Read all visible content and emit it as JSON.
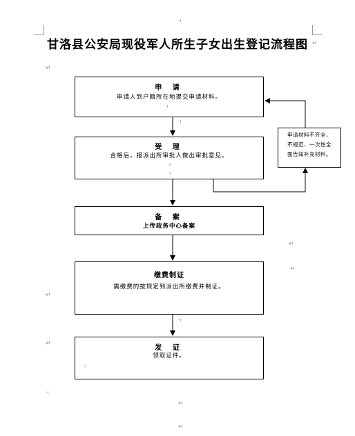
{
  "page": {
    "title": "甘洛县公安局现役军人所生子女出生登记流程图",
    "paragraph_mark": "↵"
  },
  "steps": [
    {
      "heading": "申  请",
      "lines": [
        "申请人到户籍所在地提交申请材料。"
      ]
    },
    {
      "heading": "受  理",
      "lines": [
        "合格后，报派出所审批人做出审批意见。"
      ]
    },
    {
      "heading": "备  案",
      "lines": [
        "上传政务中心备案"
      ]
    },
    {
      "heading": "缴费制证",
      "lines": [
        "需缴费的按规定到派出所缴费并制证。"
      ]
    },
    {
      "heading": "发  证",
      "lines": [
        "领取证件。"
      ]
    }
  ],
  "side_note": {
    "lines": [
      "申请材料不齐全、",
      "不规范、一次性全",
      "面告知补充材料。"
    ]
  }
}
